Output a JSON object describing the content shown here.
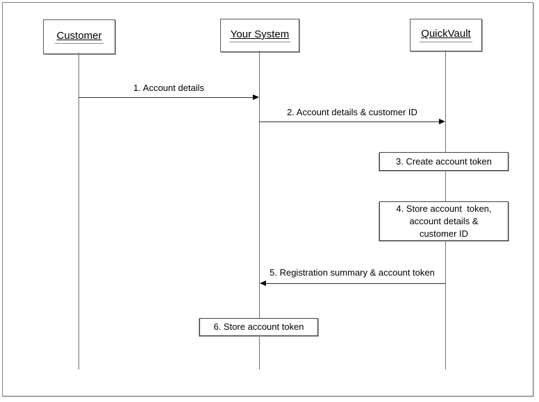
{
  "diagram": {
    "kind": "uml-sequence-diagram",
    "actors": [
      {
        "id": "customer",
        "label": "Customer"
      },
      {
        "id": "your-system",
        "label": "Your System"
      },
      {
        "id": "quickvault",
        "label": "QuickVault"
      }
    ],
    "messages": [
      {
        "seq": 1,
        "label": "1. Account details",
        "from": "Customer",
        "to": "Your System",
        "kind": "arrow"
      },
      {
        "seq": 2,
        "label": "2. Account details & customer ID",
        "from": "Your System",
        "to": "QuickVault",
        "kind": "arrow"
      },
      {
        "seq": 3,
        "label": "3. Create account token",
        "actor": "QuickVault",
        "kind": "action"
      },
      {
        "seq": 4,
        "label": "4. Store account  token,\naccount details &\ncustomer ID",
        "actor": "QuickVault",
        "kind": "action"
      },
      {
        "seq": 5,
        "label": "5. Registration summary & account token",
        "from": "QuickVault",
        "to": "Your System",
        "kind": "arrow"
      },
      {
        "seq": 6,
        "label": "6. Store account token",
        "actor": "Your System",
        "kind": "action"
      }
    ],
    "colors": {
      "background": "#ffffff",
      "line": "#2e2e2e",
      "lifeline": "#6f6f6f",
      "border": "#7f7f7f",
      "shadow": "#9a9a9a",
      "text": "#000000"
    }
  }
}
